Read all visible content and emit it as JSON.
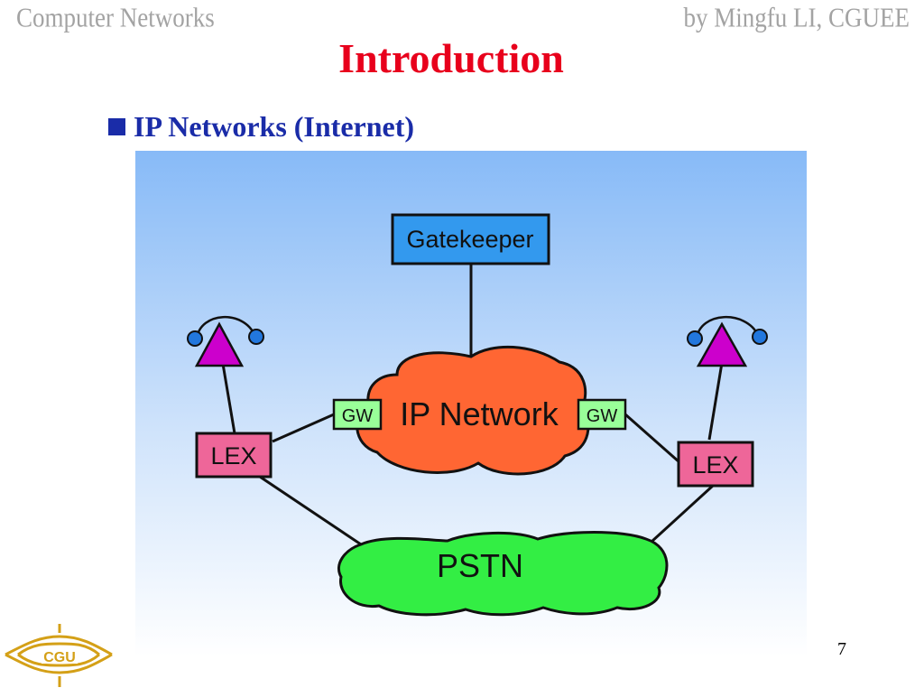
{
  "header": {
    "course_title": "Computer Networks",
    "author": "by Mingfu LI, CGUEE"
  },
  "slide": {
    "title": "Introduction",
    "bullet": "IP Networks (Internet)",
    "page_number": "7"
  },
  "diagram": {
    "gatekeeper": "Gatekeeper",
    "ip_network": "IP Network",
    "gw_left": "GW",
    "gw_right": "GW",
    "lex_left": "LEX",
    "lex_right": "LEX",
    "pstn": "PSTN"
  },
  "logo": {
    "text": "CGU"
  },
  "colors": {
    "title": "#e8001c",
    "bullet": "#1a2ca8",
    "header_gray": "#a3a3a3",
    "gatekeeper_fill": "#3399ee",
    "ip_cloud": "#ff6633",
    "gw_fill": "#99ff99",
    "lex_fill": "#ee6699",
    "pstn_cloud": "#33ee44",
    "phone_triangle": "#cc00cc",
    "phone_ball": "#2277dd",
    "logo_gold": "#d4a017"
  }
}
